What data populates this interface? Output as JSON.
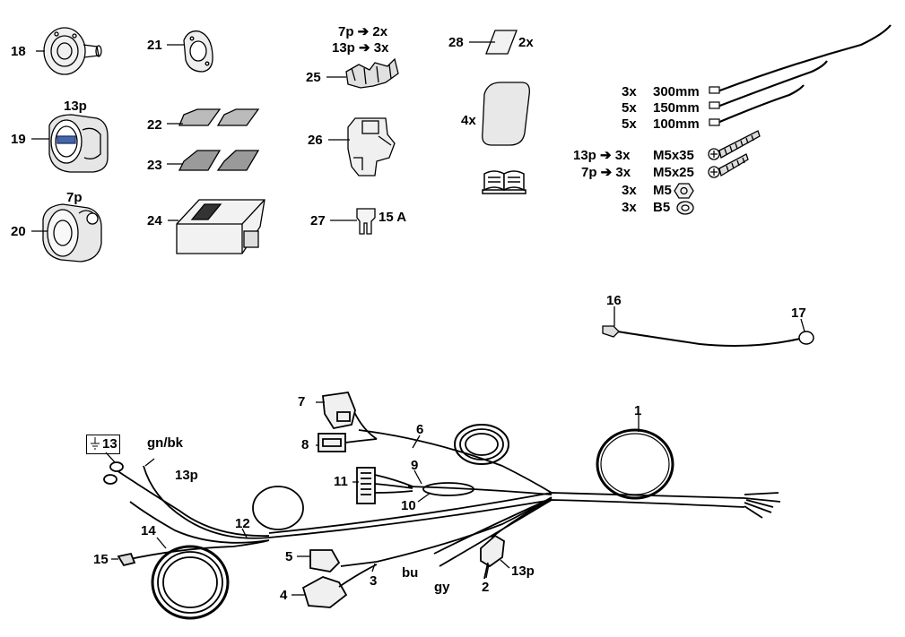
{
  "callouts": {
    "n1": "1",
    "n2": "2",
    "n3": "3",
    "n4": "4",
    "n5": "5",
    "n6": "6",
    "n7": "7",
    "n8": "8",
    "n9": "9",
    "n10": "10",
    "n11": "11",
    "n12": "12",
    "n13": "13",
    "n14": "14",
    "n15": "15",
    "n16": "16",
    "n17": "17",
    "n18": "18",
    "n19": "19",
    "n20": "20",
    "n21": "21",
    "n22": "22",
    "n23": "23",
    "n24": "24",
    "n25": "25",
    "n26": "26",
    "n27": "27",
    "n28": "28"
  },
  "socket_labels": {
    "p13": "13p",
    "p7": "7p"
  },
  "clip_ratio": {
    "line1": "7p ➔ 2x",
    "line2": "13p ➔ 3x"
  },
  "fuse_rating": "15 A",
  "pad_count": "2x",
  "cover_count": "4x",
  "ties": [
    {
      "qty": "3x",
      "size": "300mm"
    },
    {
      "qty": "5x",
      "size": "150mm"
    },
    {
      "qty": "5x",
      "size": "100mm"
    }
  ],
  "fasteners": [
    {
      "prefix": "13p ➔ 3x",
      "size": "M5x35"
    },
    {
      "prefix": "7p ➔ 3x",
      "size": "M5x25"
    },
    {
      "prefix": "3x",
      "size": "M5"
    },
    {
      "prefix": "3x",
      "size": "B5"
    }
  ],
  "wire_labels": {
    "gn_bk": "gn/bk",
    "p13_wire": "13p",
    "bu": "bu",
    "gy": "gy",
    "p13_conn": "13p"
  }
}
